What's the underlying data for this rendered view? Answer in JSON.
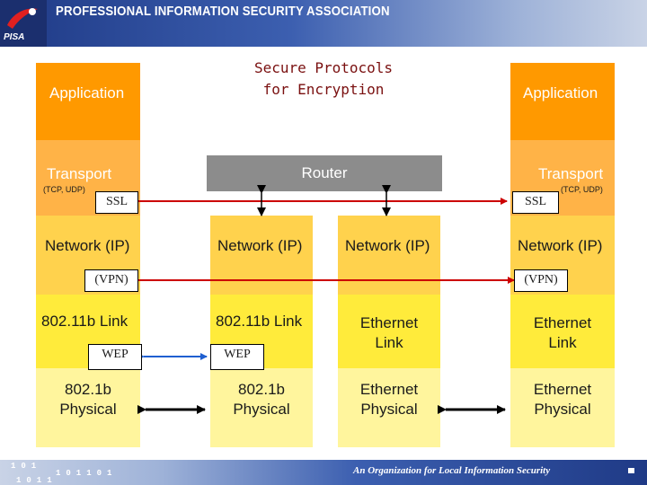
{
  "header": {
    "org_title": "PROFESSIONAL INFORMATION SECURITY ASSOCIATION",
    "logo_text": "PISA",
    "logo_icon": "pisa-swoosh-icon"
  },
  "title": {
    "line1": "Secure Protocols",
    "line2": "for Encryption"
  },
  "left_stack": {
    "application": "Application",
    "transport": "Transport",
    "transport_sub": "(TCP, UDP)",
    "network": "Network (IP)",
    "link": "802.11b Link",
    "physical_line1": "802.1b",
    "physical_line2": "Physical"
  },
  "router_left_stack": {
    "network": "Network (IP)",
    "link": "802.11b Link",
    "physical_line1": "802.1b",
    "physical_line2": "Physical"
  },
  "router_right_stack": {
    "network": "Network (IP)",
    "link_line1": "Ethernet",
    "link_line2": "Link",
    "physical_line1": "Ethernet",
    "physical_line2": "Physical"
  },
  "right_stack": {
    "application": "Application",
    "transport": "Transport",
    "transport_sub": "(TCP, UDP)",
    "network": "Network (IP)",
    "link_line1": "Ethernet",
    "link_line2": "Link",
    "physical_line1": "Ethernet",
    "physical_line2": "Physical"
  },
  "router": {
    "label": "Router"
  },
  "protocols": {
    "ssl_left": "SSL",
    "ssl_right": "SSL",
    "vpn_left": "(VPN)",
    "vpn_right": "(VPN)",
    "wep_left": "WEP",
    "wep_right": "WEP"
  },
  "colors": {
    "application_band": "#ff9900",
    "transport_band": "#ffb347",
    "network_band": "#ffd24d",
    "link_band": "#ffeb3b",
    "physical_band": "#fff59d",
    "ssl_line": "#cc0000",
    "vpn_line": "#cc0000",
    "wep_line": "#1f5fd0",
    "router_fill": "#8c8c8c",
    "header_blue": "#1f3a86"
  },
  "footer": {
    "binary_1": "101",
    "binary_2": "1011",
    "binary_3": "101101",
    "tagline": "An Organization for Local Information Security"
  }
}
